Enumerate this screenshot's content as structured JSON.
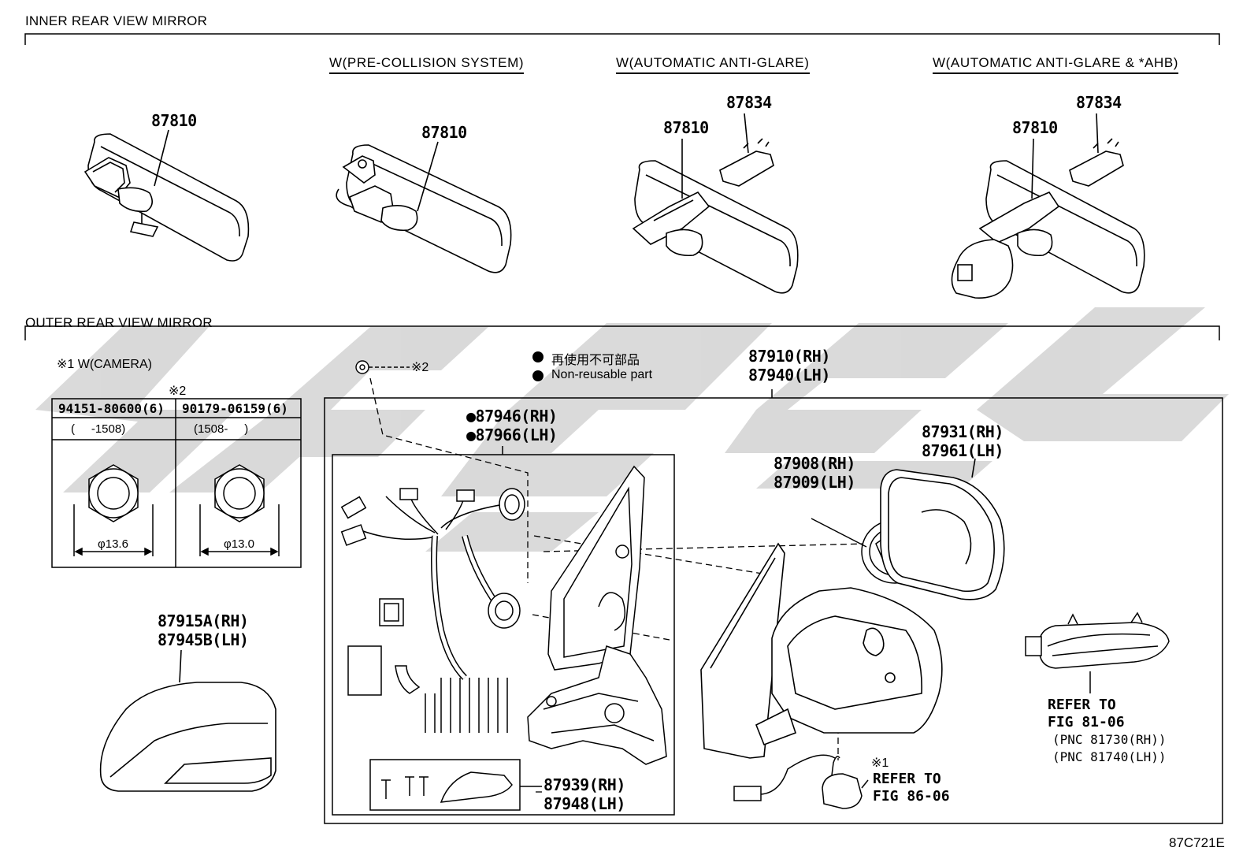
{
  "sections": {
    "inner": "INNER REAR VIEW MIRROR",
    "outer": "OUTER REAR VIEW MIRROR"
  },
  "variants": [
    "W(PRE-COLLISION SYSTEM)",
    "W(AUTOMATIC ANTI-GLARE)",
    "W(AUTOMATIC ANTI-GLARE & *AHB)"
  ],
  "inner_parts": {
    "mirror_1": "87810",
    "mirror_2": "87810",
    "mirror_3": "87810",
    "cover_3": "87834",
    "mirror_4": "87810",
    "cover_4": "87834"
  },
  "notes": {
    "camera": "※1 W(CAMERA)",
    "mark2": "※2",
    "mark2_bolt": "※2",
    "mark1": "※1",
    "legend_jp": "再使用不可部品",
    "legend_en": "Non-reusable part"
  },
  "bolt_table": {
    "headers": [
      "94151-80600(6)",
      "90179-06159(6)"
    ],
    "ranges": [
      "(     -1508)",
      "(1508-     )"
    ],
    "dims": [
      "φ13.6",
      "φ13.0"
    ]
  },
  "outer_parts": {
    "assy_rh": "87910(RH)",
    "assy_lh": "87940(LH)",
    "harness_rh": "●87946(RH)",
    "harness_lh": "●87966(LH)",
    "mirror_rh": "87931(RH)",
    "mirror_lh": "87961(LH)",
    "actuator_rh": "87908(RH)",
    "actuator_lh": "87909(LH)",
    "cover_rh": "87915A(RH)",
    "cover_lh": "87945B(LH)",
    "screw_rh": "87939(RH)",
    "screw_lh": "87948(LH)"
  },
  "refs": {
    "turn_l1": "REFER TO",
    "turn_l2": "FIG 81-06",
    "turn_l3": "(PNC 81730(RH))",
    "turn_l4": "(PNC 81740(LH))",
    "cam_l1": "REFER TO",
    "cam_l2": "FIG 86-06"
  },
  "figure_id": "87C721E"
}
